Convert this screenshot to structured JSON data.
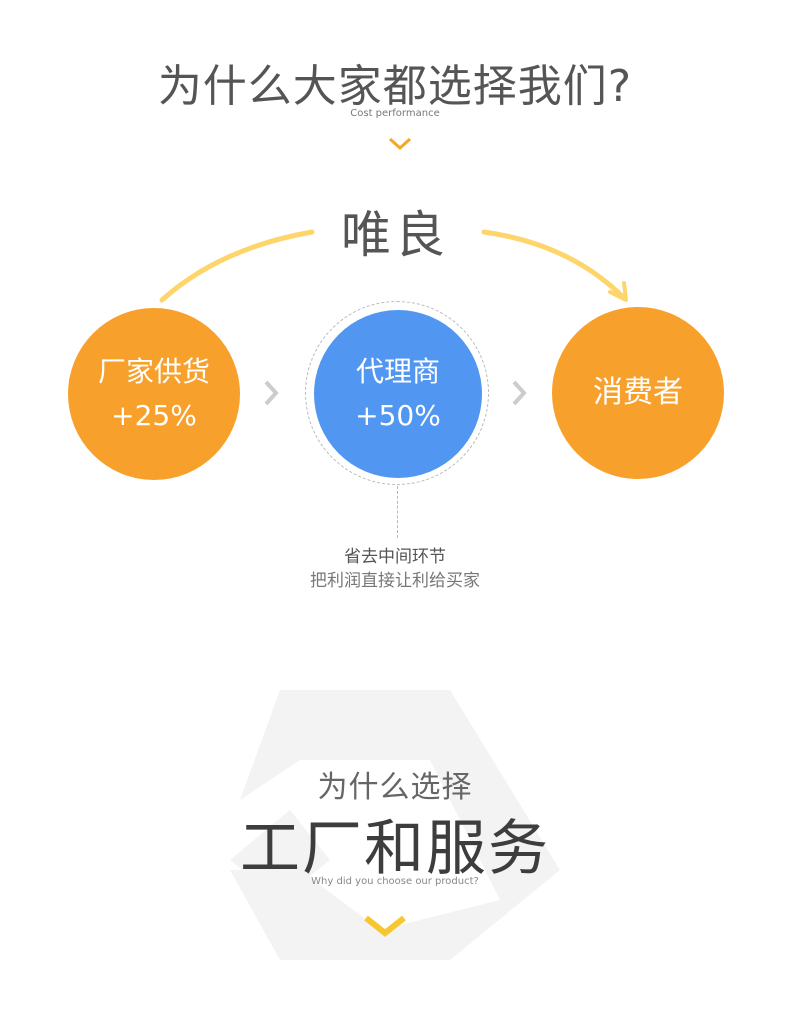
{
  "header": {
    "title": "为什么大家都选择我们?",
    "subtitle": "Cost performance"
  },
  "flow": {
    "brand": "唯良",
    "factory": {
      "label": "厂家供货",
      "value": "+25%"
    },
    "agent": {
      "label": "代理商",
      "value": "+50%"
    },
    "consumer": {
      "label": "消费者"
    },
    "note_line1": "省去中间环节",
    "note_line2": "把利润直接让利给买家"
  },
  "section2": {
    "small_title": "为什么选择",
    "big_title": "工厂和服务",
    "subtitle": "Why did you choose our product?"
  },
  "colors": {
    "orange": "#f7a02c",
    "blue": "#5196f0",
    "arc": "#fdd56a",
    "chevron_orange": "#f5a623",
    "chevron_yellow": "#f8c631"
  }
}
